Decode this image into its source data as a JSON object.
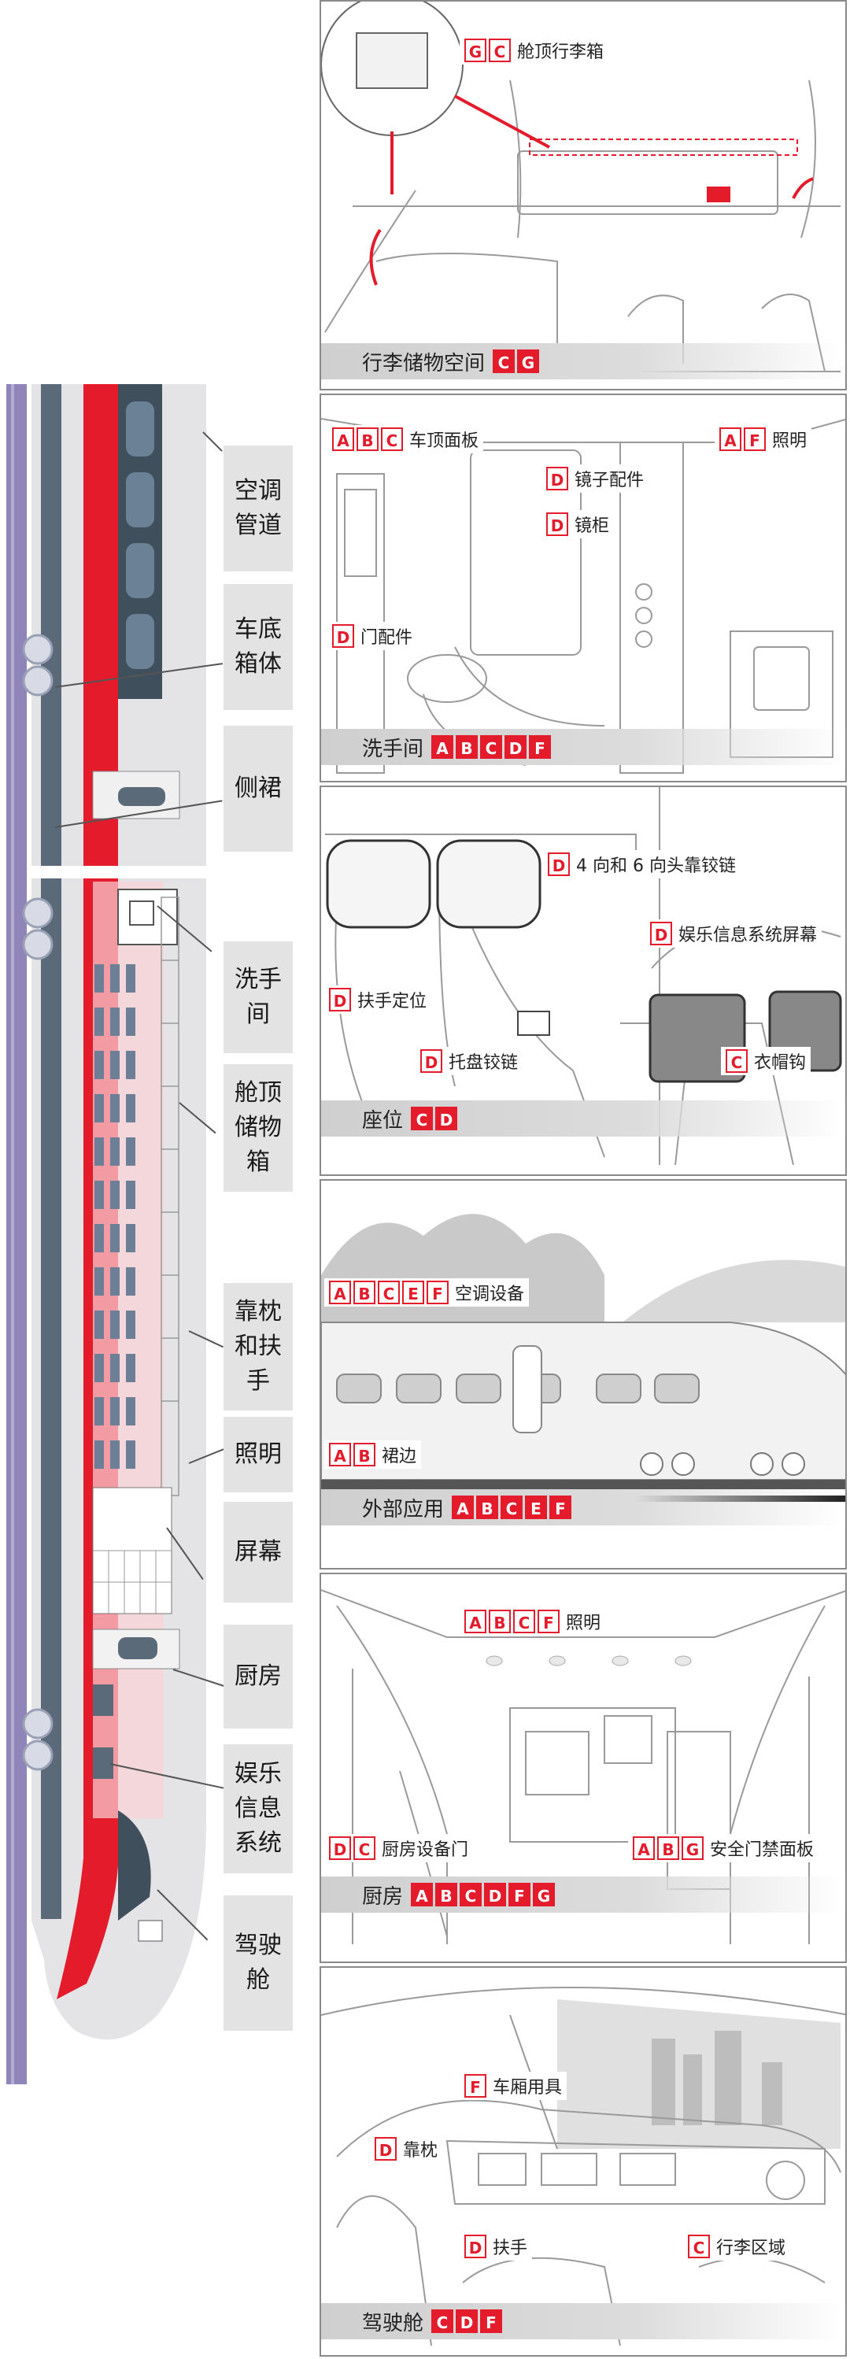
{
  "colors": {
    "accent": "#e31b2b",
    "panel_border": "#8a8a8a",
    "label_bg": "#e3e3e3",
    "train_purple": "#8f85b8"
  },
  "side_labels": [
    {
      "text": "空调\n管道"
    },
    {
      "text": "车底\n箱体"
    },
    {
      "text": "侧裙"
    },
    {
      "text": "洗手\n间"
    },
    {
      "text": "舱顶\n储物\n箱"
    },
    {
      "text": "靠枕\n和扶\n手"
    },
    {
      "text": "照明"
    },
    {
      "text": "屏幕"
    },
    {
      "text": "厨房"
    },
    {
      "text": "娱乐\n信息\n系统"
    },
    {
      "text": "驾驶\n舱"
    }
  ],
  "panels": [
    {
      "caption": "行李储物空间",
      "caption_badges": [
        "C",
        "G"
      ],
      "callouts": [
        {
          "badges": [
            "G",
            "C"
          ],
          "text": "舱顶行李箱"
        }
      ]
    },
    {
      "caption": "洗手间",
      "caption_badges": [
        "A",
        "B",
        "C",
        "D",
        "F"
      ],
      "callouts": [
        {
          "badges": [
            "A",
            "B",
            "C"
          ],
          "text": "车顶面板"
        },
        {
          "badges": [
            "A",
            "F"
          ],
          "text": "照明"
        },
        {
          "badges": [
            "D"
          ],
          "text": "镜子配件"
        },
        {
          "badges": [
            "D"
          ],
          "text": "镜柜"
        },
        {
          "badges": [
            "D"
          ],
          "text": "门配件"
        }
      ]
    },
    {
      "caption": "座位",
      "caption_badges": [
        "C",
        "D"
      ],
      "callouts": [
        {
          "badges": [
            "D"
          ],
          "text": "4 向和 6 向头靠铰链"
        },
        {
          "badges": [
            "D"
          ],
          "text": "娱乐信息系统屏幕"
        },
        {
          "badges": [
            "D"
          ],
          "text": "扶手定位"
        },
        {
          "badges": [
            "D"
          ],
          "text": "托盘铰链"
        },
        {
          "badges": [
            "C"
          ],
          "text": "衣帽钩"
        }
      ]
    },
    {
      "caption": "外部应用",
      "caption_badges": [
        "A",
        "B",
        "C",
        "E",
        "F"
      ],
      "callouts": [
        {
          "badges": [
            "A",
            "B",
            "C",
            "E",
            "F"
          ],
          "text": "空调设备"
        },
        {
          "badges": [
            "A",
            "B"
          ],
          "text": "裙边"
        }
      ]
    },
    {
      "caption": "厨房",
      "caption_badges": [
        "A",
        "B",
        "C",
        "D",
        "F",
        "G"
      ],
      "callouts": [
        {
          "badges": [
            "A",
            "B",
            "C",
            "F"
          ],
          "text": "照明"
        },
        {
          "badges": [
            "D",
            "C"
          ],
          "text": "厨房设备门"
        },
        {
          "badges": [
            "A",
            "B",
            "G"
          ],
          "text": "安全门禁面板"
        }
      ]
    },
    {
      "caption": "驾驶舱",
      "caption_badges": [
        "C",
        "D",
        "F"
      ],
      "callouts": [
        {
          "badges": [
            "F"
          ],
          "text": "车厢用具"
        },
        {
          "badges": [
            "D"
          ],
          "text": "靠枕"
        },
        {
          "badges": [
            "D"
          ],
          "text": "扶手"
        },
        {
          "badges": [
            "C"
          ],
          "text": "行李区域"
        }
      ]
    }
  ]
}
